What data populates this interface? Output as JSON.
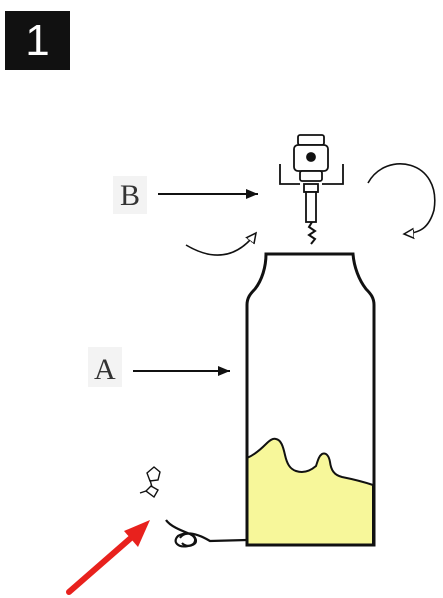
{
  "step": {
    "number": "1"
  },
  "labels": {
    "a": "A",
    "b": "B"
  },
  "colors": {
    "liquid": "#f7f79a",
    "outline": "#111111",
    "pointer_arrow": "#e8211d",
    "badge_bg": "#111111",
    "badge_text": "#ffffff"
  },
  "icons": {
    "rotation_left": "curved-arrow-icon",
    "rotation_right": "curved-arrow-icon",
    "red_pointer": "red-arrow-icon"
  }
}
